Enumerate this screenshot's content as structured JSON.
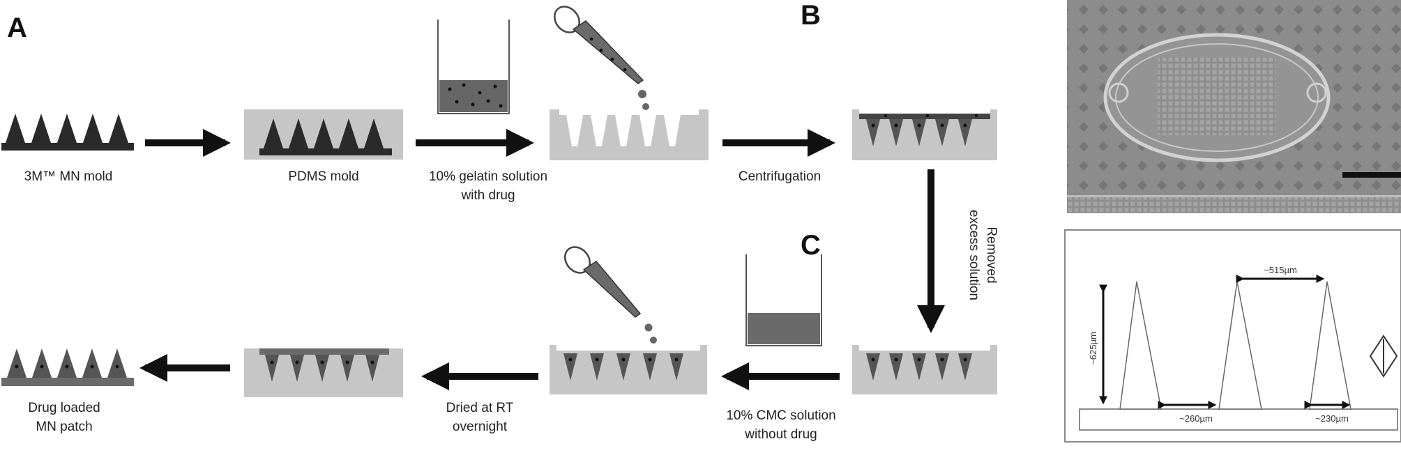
{
  "panels": {
    "a": "A",
    "b": "B",
    "c": "C"
  },
  "steps": {
    "mn_mold": "3M™ MN mold",
    "pdms_mold": "PDMS mold",
    "gelatin": [
      "10% gelatin solution",
      "with drug"
    ],
    "centrifugation": "Centrifugation",
    "removed": [
      "Removed",
      "excess solution"
    ],
    "cmc": [
      "10% CMC solution",
      "without drug"
    ],
    "dried": [
      "Dried at RT",
      "overnight"
    ],
    "final": [
      "Drug loaded",
      "MN patch"
    ]
  },
  "dimensions": {
    "height": "~625µm",
    "pitch": "~515µm",
    "base": "~260µm",
    "base2": "~230µm"
  },
  "colors": {
    "dark": "#2a2a2a",
    "mold_gray": "#c4c4c4",
    "solution_gray": "#707070",
    "photo_bg": "#8a8a8a"
  }
}
